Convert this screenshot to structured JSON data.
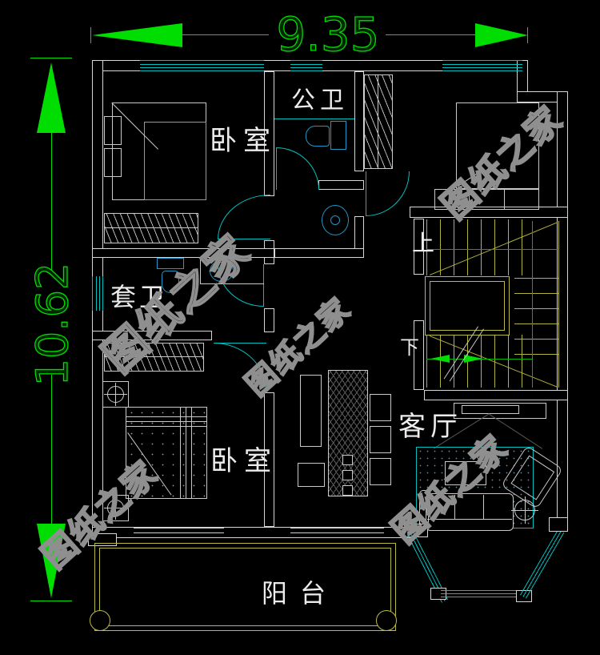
{
  "dimensions": {
    "horizontal": "9.35",
    "vertical": "10.62"
  },
  "labels": {
    "bedroom_top_left": "卧室",
    "public_bath": "公卫",
    "ensuite_bath": "套卫",
    "bedroom_bottom_left": "卧室",
    "living_room": "客厅",
    "balcony": "阳台",
    "stairs_up": "上",
    "stairs_down": "下"
  },
  "watermark": {
    "text": "图纸之家"
  },
  "colors": {
    "background": "#000000",
    "wall_line": "#d6d6d6",
    "dimension_green": "#00dd00",
    "window_cyan": "#00bfbf",
    "fixture_blue": "#2196c8",
    "stair_yellow": "#b2b23c",
    "stair_guide_green": "#00b400",
    "watermark_gray": "#8f8f8f",
    "balcony_yellow": "#b9b94a"
  }
}
